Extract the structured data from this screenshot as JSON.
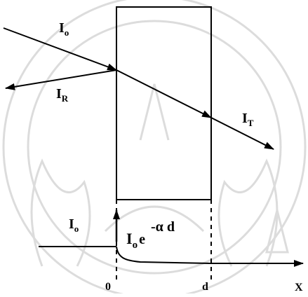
{
  "labels": {
    "incident": "I",
    "incident_sub": "o",
    "reflected": "I",
    "reflected_sub": "R",
    "transmitted": "I",
    "transmitted_sub": "T",
    "initial": "I",
    "initial_sub": "o",
    "attenuated_base": "I",
    "attenuated_sub": "o",
    "attenuated_exp": "-α d",
    "origin": "0",
    "thickness": "d",
    "axis": "X"
  },
  "colors": {
    "ink": "#000000",
    "watermark": "#d9d9d9"
  }
}
